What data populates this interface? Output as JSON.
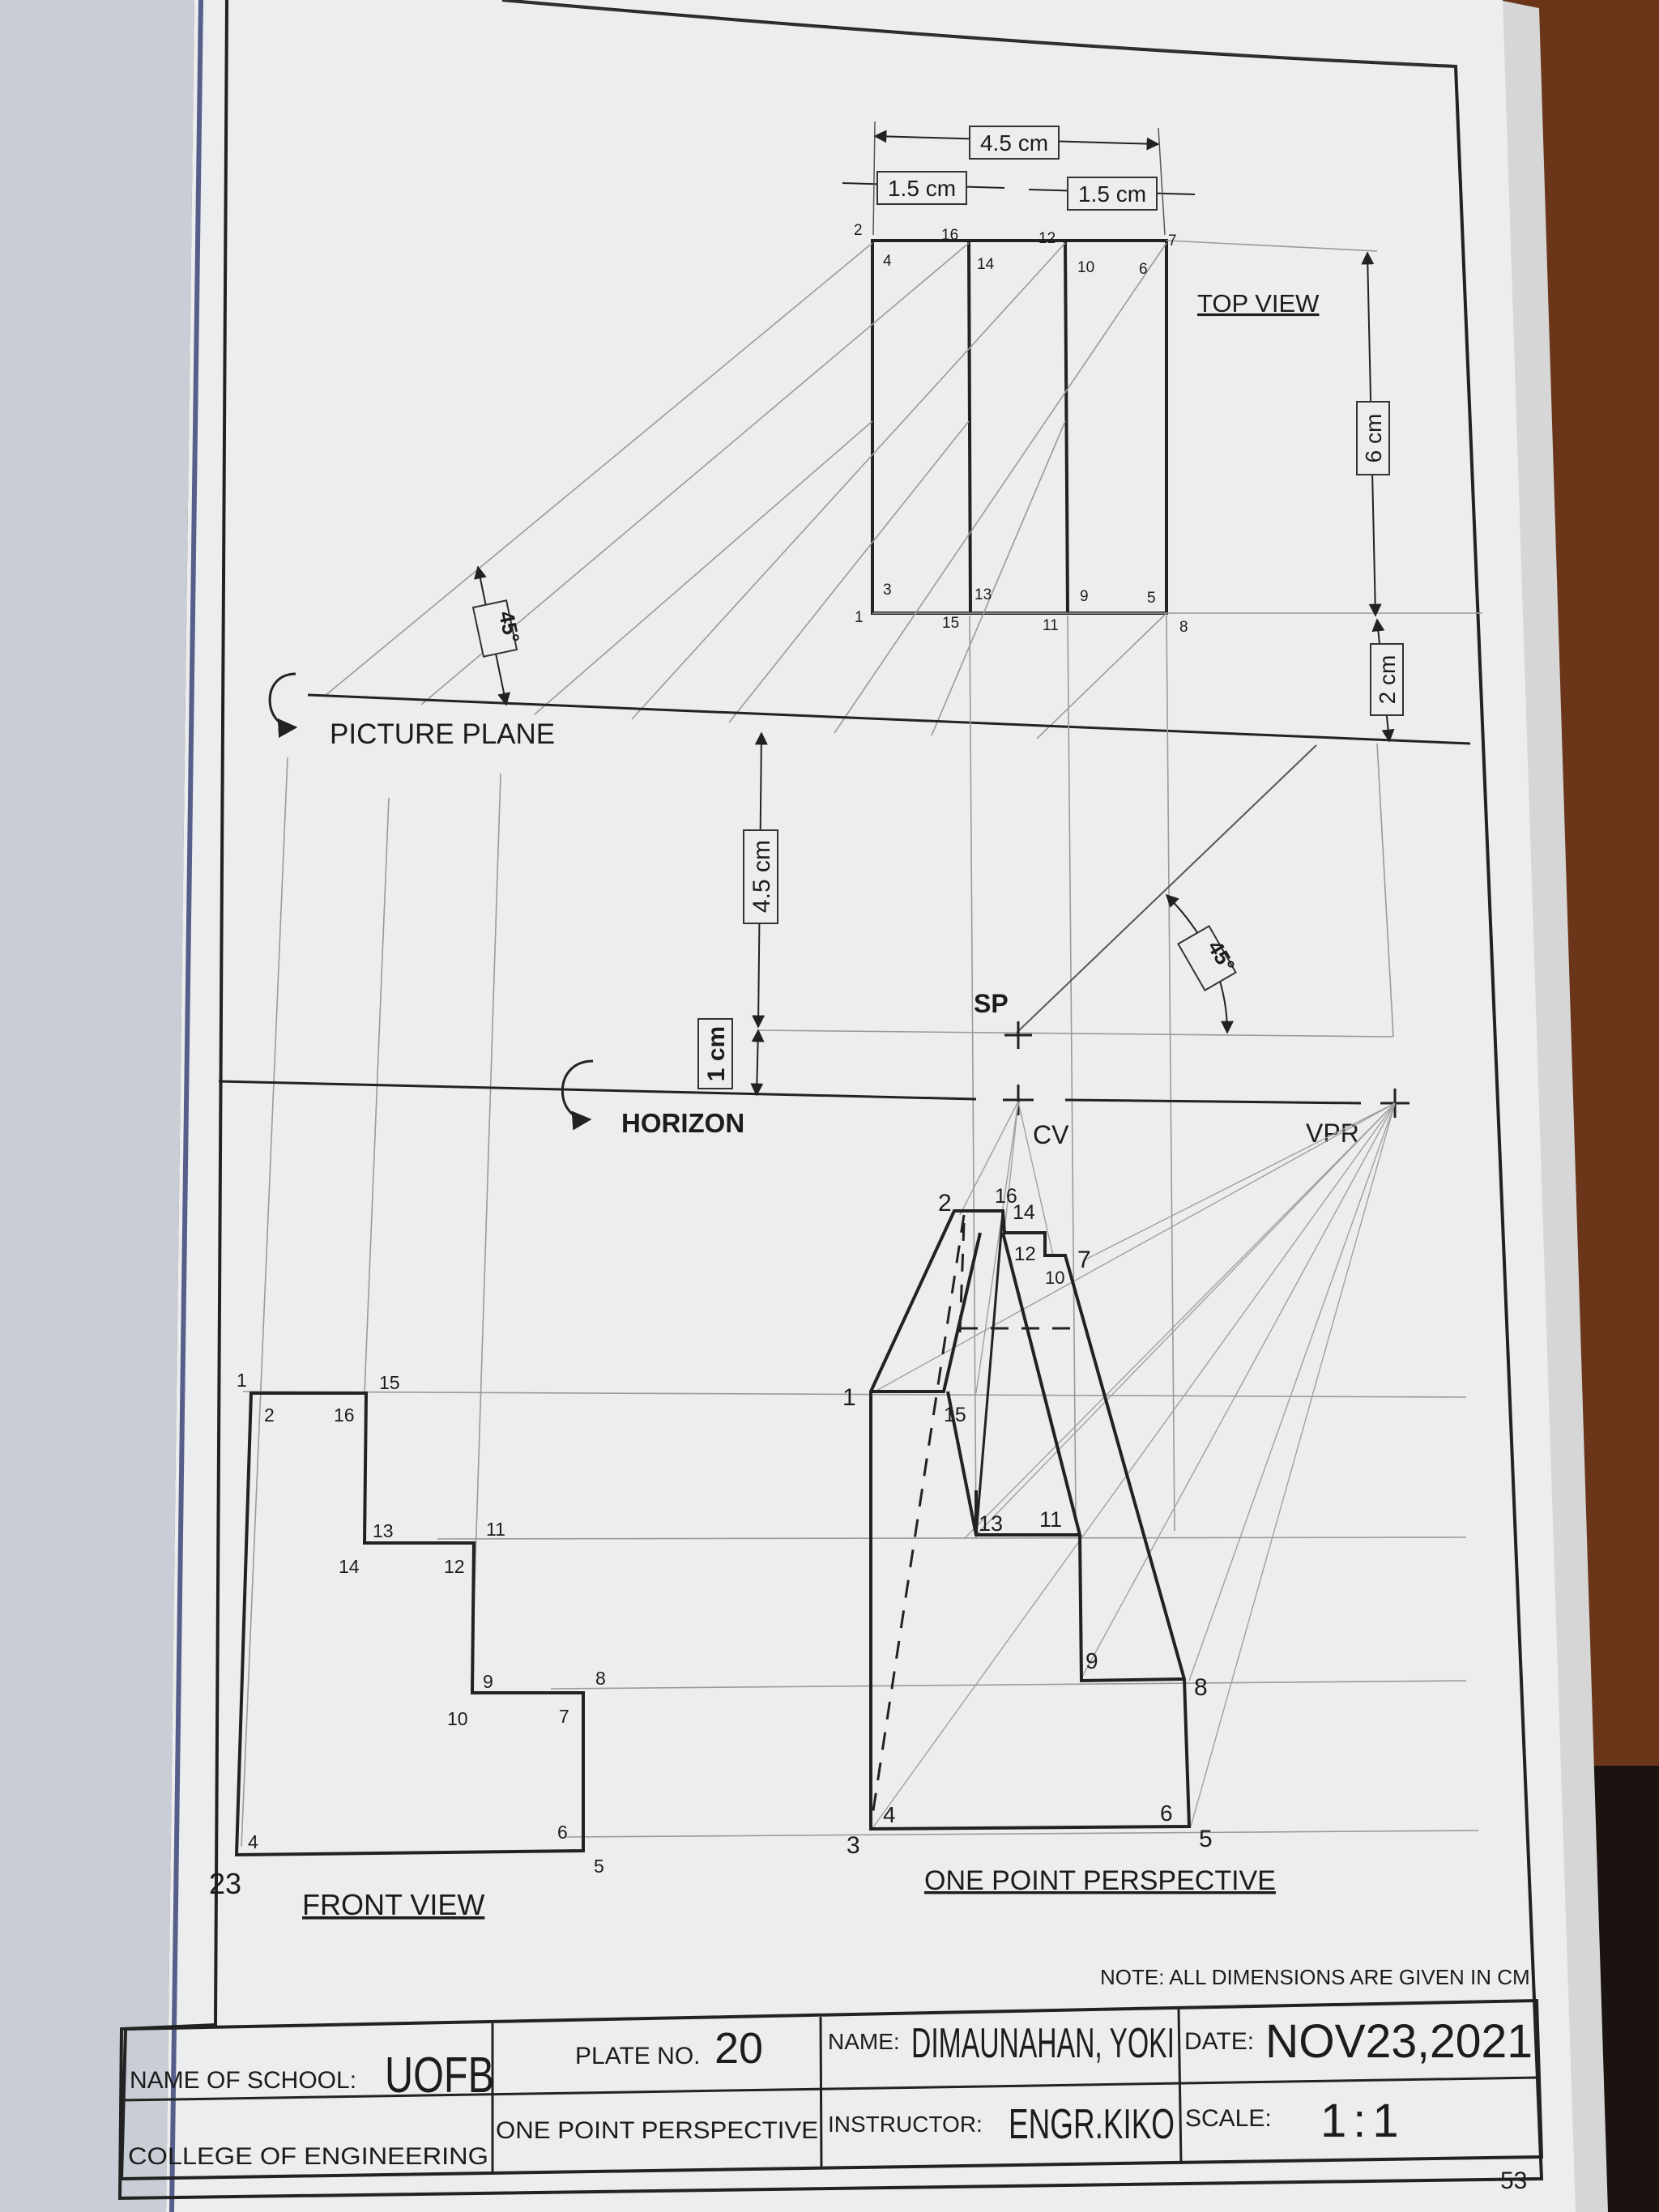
{
  "top_view": {
    "title": "TOP VIEW",
    "dim_total": "4.5 cm",
    "dim_left": "1.5 cm",
    "dim_right": "1.5 cm",
    "dim_depth": "6 cm",
    "dim_gap": "2 cm",
    "angle": "45°",
    "points": {
      "p2": "2",
      "p16": "16",
      "p12": "12",
      "p7": "7",
      "p4": "4",
      "p14": "14",
      "p10": "10",
      "p6": "6",
      "p3": "3",
      "p13": "13",
      "p9": "9",
      "p5": "5",
      "p1": "1",
      "p15": "15",
      "p11": "11",
      "p8": "8"
    }
  },
  "picture_plane": {
    "label": "PICTURE PLANE"
  },
  "dims": {
    "pp_to_sp": "4.5 cm",
    "sp_to_hl": "1 cm",
    "sp_angle": "45°"
  },
  "stations": {
    "sp": "SP",
    "cv": "CV",
    "vpr": "VPR"
  },
  "horizon": {
    "label": "HORIZON"
  },
  "front_view": {
    "title": "FRONT VIEW",
    "corner_note": "23",
    "points": {
      "p1": "1",
      "p2": "2",
      "p16": "16",
      "p15": "15",
      "p13": "13",
      "p11": "11",
      "p14": "14",
      "p12": "12",
      "p9": "9",
      "p8": "8",
      "p10": "10",
      "p7": "7",
      "p4": "4",
      "p6": "6",
      "p5": "5"
    }
  },
  "perspective": {
    "title": "ONE POINT PERSPECTIVE",
    "points": {
      "p1": "1",
      "p2": "2",
      "p16": "16",
      "p14": "14",
      "p12": "12",
      "p10": "10",
      "p7": "7",
      "p15": "15",
      "p13": "13",
      "p11": "11",
      "p9": "9",
      "p8": "8",
      "p3": "3",
      "p4": "4",
      "p6": "6",
      "p5": "5"
    }
  },
  "note": "NOTE: ALL DIMENSIONS ARE GIVEN IN CM",
  "title_block": {
    "school_label": "NAME OF SCHOOL:",
    "school_value": "UOFB",
    "plate_label": "PLATE NO.",
    "plate_value": "20",
    "name_label": "NAME:",
    "name_value": "DIMAUNAHAN, YOKI",
    "date_label": "DATE:",
    "date_value": "NOV23,2021",
    "college": "COLLEGE OF ENGINEERING",
    "subject": "ONE POINT PERSPECTIVE",
    "instructor_label": "INSTRUCTOR:",
    "instructor_value": "ENGR.KIKO",
    "scale_label": "SCALE:",
    "scale_value": "1:1"
  },
  "page_number": "53",
  "colors": {
    "paper": "#ecedee",
    "wood": "#6a3519",
    "ink": "#1c1c1c",
    "construction": "#9a9a9a"
  }
}
